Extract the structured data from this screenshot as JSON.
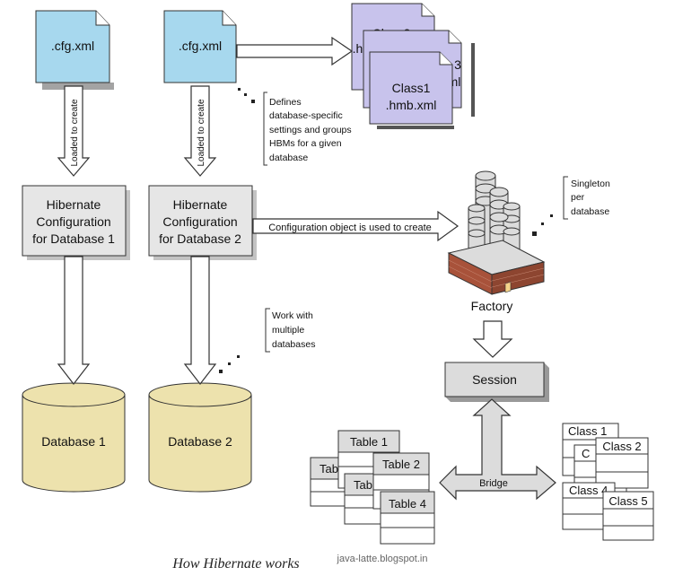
{
  "files": {
    "cfg1": ".cfg.xml",
    "cfg2": ".cfg.xml"
  },
  "mappings": {
    "back_label": "Class3",
    "back_label_line2": ".hmb.xml",
    "mid_label": "3",
    "mid_label_line2": "ml",
    "front_label_line1": "Class1",
    "front_label_line2": ".hmb.xml"
  },
  "loaded_label": "Loaded to create",
  "config_boxes": [
    {
      "line1": "Hibernate",
      "line2": "Configuration",
      "line3": "for Database 1"
    },
    {
      "line1": "Hibernate",
      "line2": "Configuration",
      "line3": "for Database 2"
    }
  ],
  "notes": {
    "defines": [
      "Defines",
      "database-specific",
      "settings and groups",
      "HBMs for a given",
      "database"
    ],
    "singleton": [
      "Singleton",
      "per",
      "database"
    ],
    "work_with": [
      "Work with",
      "multiple",
      "databases"
    ]
  },
  "arrow_labels": {
    "config_to_factory": "Configuration object is used to create",
    "bridge": "Bridge"
  },
  "factory_label": "Factory",
  "session_label": "Session",
  "databases": [
    "Database 1",
    "Database 2"
  ],
  "tables": [
    "Table 1",
    "Table 2",
    "Table 4",
    "Tab",
    "Tab"
  ],
  "classes": [
    "Class 1",
    "Class 2",
    "Class 4",
    "Class 5",
    "C"
  ],
  "caption": "How Hibernate works",
  "watermark": "java-latte.blogspot.in",
  "colors": {
    "file_blue": "#a7d8ee",
    "mapping_purple": "#c8c3ec",
    "box_gray": "#e6e6e6",
    "db_yellow": "#ede2ad",
    "factory_red": "#a8523a",
    "factory_gray": "#dcdcdc"
  }
}
